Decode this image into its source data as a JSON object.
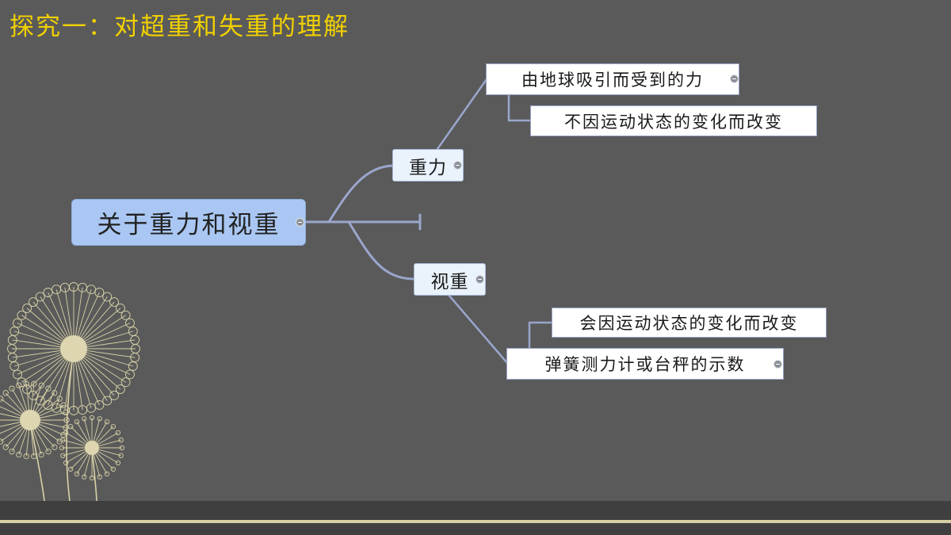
{
  "title": "探究一：对超重和失重的理解",
  "mindmap": {
    "central": "关于重力和视重",
    "branches": [
      {
        "label": "重力",
        "children": [
          {
            "label": "由地球吸引而受到的力",
            "children": [
              "不因运动状态的变化而改变"
            ]
          }
        ]
      },
      {
        "label": "视重",
        "children": [
          {
            "label": "弹簧测力计或台秤的示数",
            "children": [
              "会因运动状态的变化而改变"
            ]
          }
        ]
      }
    ]
  },
  "colors": {
    "background": "#5a5a5a",
    "title": "#f0d000",
    "central_node": "#a9c7f2",
    "connector": "#9aa6cc",
    "footer_line": "#d6cfa6"
  }
}
